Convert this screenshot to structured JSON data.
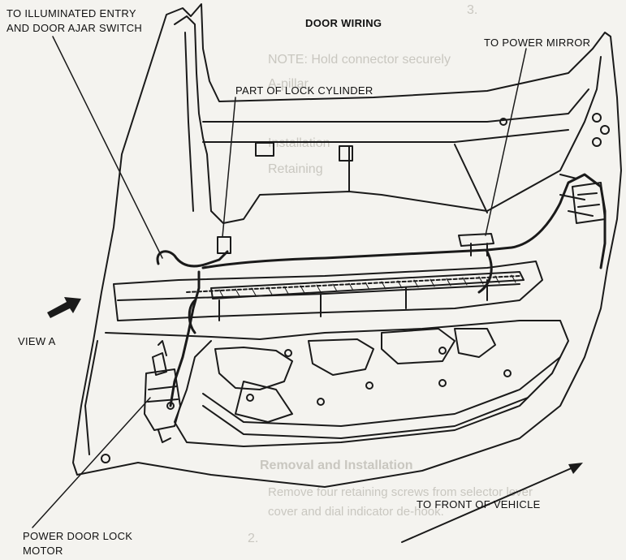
{
  "diagram": {
    "title": "DOOR WIRING",
    "callouts": {
      "illuminated_entry_line1": "TO ILLUMINATED ENTRY",
      "illuminated_entry_line2": "AND DOOR AJAR SWITCH",
      "lock_cylinder": "PART OF LOCK CYLINDER",
      "power_mirror": "TO POWER MIRROR",
      "view_a": "VIEW A",
      "front_of_vehicle": "TO FRONT OF VEHICLE",
      "door_lock_motor_line1": "POWER DOOR LOCK",
      "door_lock_motor_line2": "MOTOR"
    }
  },
  "bleed_through_text": {
    "step_3": "3.",
    "note": "NOTE: Hold connector securely",
    "pillar": "A-pillar.",
    "installation": "Installation",
    "retaining": "Retaining",
    "removal": "Removal and Installation",
    "remove_screws": "Remove four retaining screws from selector lever",
    "cover": "cover and dial indicator de-hook.",
    "step_2": "2."
  },
  "colors": {
    "paper": "#f4f3ef",
    "ink": "#111111",
    "bleed": "#c9c7c0"
  }
}
